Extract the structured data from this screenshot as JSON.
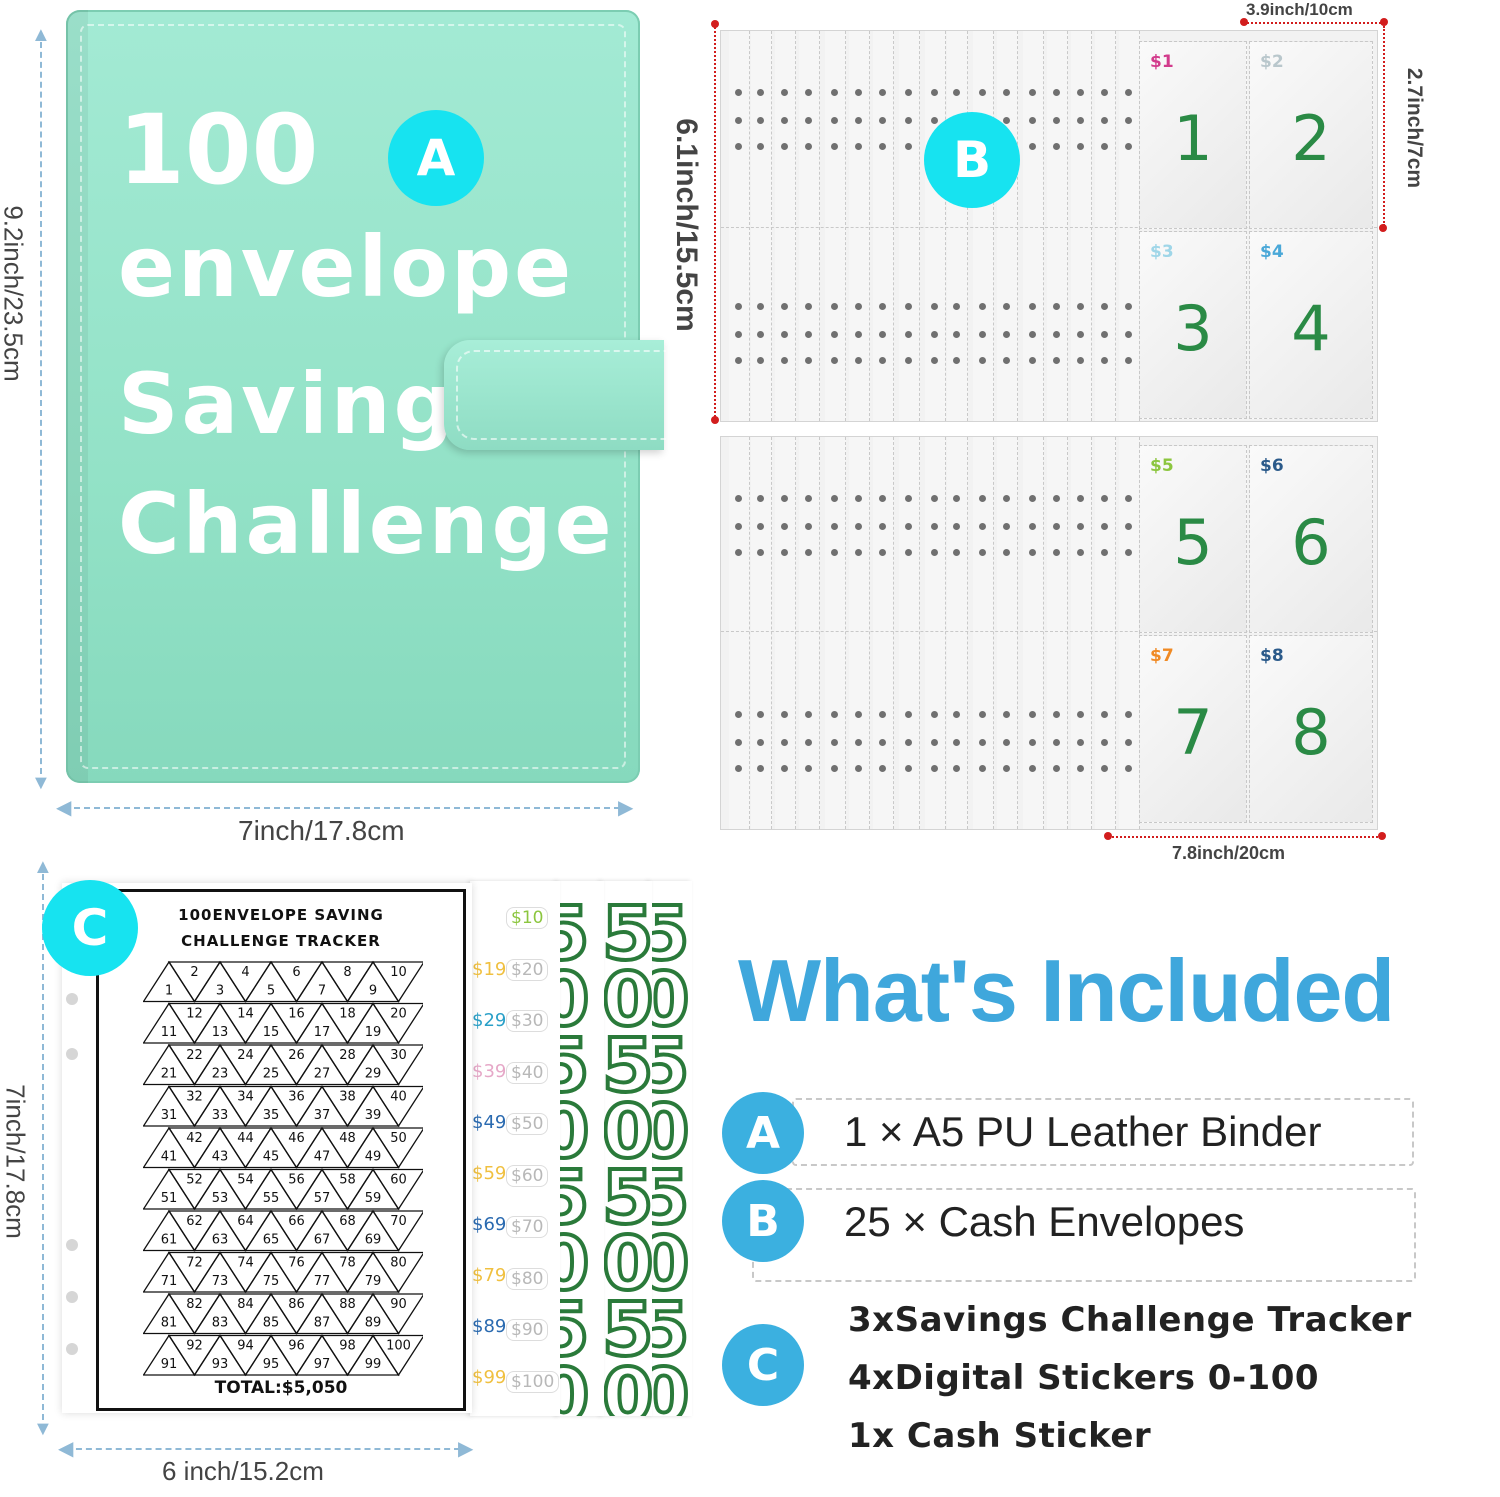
{
  "binder": {
    "badge": "A",
    "title_line1": "100",
    "title_line2": "envelope",
    "title_line3": "Savings",
    "title_line4": "Challenge",
    "height_label": "9.2inch/23.5cm",
    "width_label": "7inch/17.8cm",
    "color": "#93e2c7"
  },
  "envelopes": {
    "badge": "B",
    "height_label": "6.1inch/15.5cm",
    "pocket_width_label": "3.9inch/10cm",
    "pocket_height_label": "2.7inch/7cm",
    "sheet_width_label": "7.8inch/20cm",
    "pockets": [
      {
        "tag": "$1",
        "num": "1",
        "tag_color": "#d23b8c"
      },
      {
        "tag": "$2",
        "num": "2",
        "tag_color": "#b9c7cc"
      },
      {
        "tag": "$3",
        "num": "3",
        "tag_color": "#9fd6e8"
      },
      {
        "tag": "$4",
        "num": "4",
        "tag_color": "#4aa8d8"
      },
      {
        "tag": "$5",
        "num": "5",
        "tag_color": "#8cc63f"
      },
      {
        "tag": "$6",
        "num": "6",
        "tag_color": "#2b5a8a"
      },
      {
        "tag": "$7",
        "num": "7",
        "tag_color": "#f08a24"
      },
      {
        "tag": "$8",
        "num": "8",
        "tag_color": "#2b5a8a"
      }
    ]
  },
  "tracker": {
    "badge": "C",
    "title1": "100ENVELOPE SAVING",
    "title2": "CHALLENGE TRACKER",
    "total": "TOTAL:$5,050",
    "height_label": "7inch/17.8cm",
    "width_label": "6 inch/15.2cm",
    "numbers": [
      "1",
      "2",
      "3",
      "4",
      "5",
      "6",
      "7",
      "8",
      "9",
      "10",
      "11",
      "12",
      "13",
      "14",
      "15",
      "16",
      "17",
      "18",
      "19",
      "20",
      "21",
      "22",
      "23",
      "24",
      "25",
      "26",
      "27",
      "28",
      "29",
      "30",
      "31",
      "32",
      "33",
      "34",
      "35",
      "36",
      "37",
      "38",
      "39",
      "40",
      "41",
      "42",
      "43",
      "44",
      "45",
      "46",
      "47",
      "48",
      "49",
      "50",
      "51",
      "52",
      "53",
      "54",
      "55",
      "56",
      "57",
      "58",
      "59",
      "60",
      "61",
      "62",
      "63",
      "64",
      "65",
      "66",
      "67",
      "68",
      "69",
      "70",
      "71",
      "72",
      "73",
      "74",
      "75",
      "76",
      "77",
      "78",
      "79",
      "80",
      "81",
      "82",
      "83",
      "84",
      "85",
      "86",
      "87",
      "88",
      "89",
      "90",
      "91",
      "92",
      "93",
      "94",
      "95",
      "96",
      "97",
      "98",
      "99",
      "100"
    ],
    "sticker_col1": [
      "$19",
      "$29",
      "$39",
      "$49",
      "$59",
      "$69",
      "$79",
      "$89",
      "$99"
    ],
    "sticker_col2": [
      "$10",
      "$20",
      "$30",
      "$40",
      "$50",
      "$60",
      "$70",
      "$80",
      "$90",
      "$100"
    ]
  },
  "included": {
    "title": "What's Included",
    "items": [
      {
        "badge": "A",
        "text": "1 × A5 PU Leather Binder"
      },
      {
        "badge": "B",
        "text": "25 × Cash Envelopes"
      },
      {
        "badge": "C",
        "lines": [
          "3xSavings Challenge Tracker",
          "4xDigital Stickers 0-100",
          "1x Cash Sticker"
        ]
      }
    ],
    "title_color": "#3fa7dc",
    "badge_color": "#3bb0e0"
  }
}
